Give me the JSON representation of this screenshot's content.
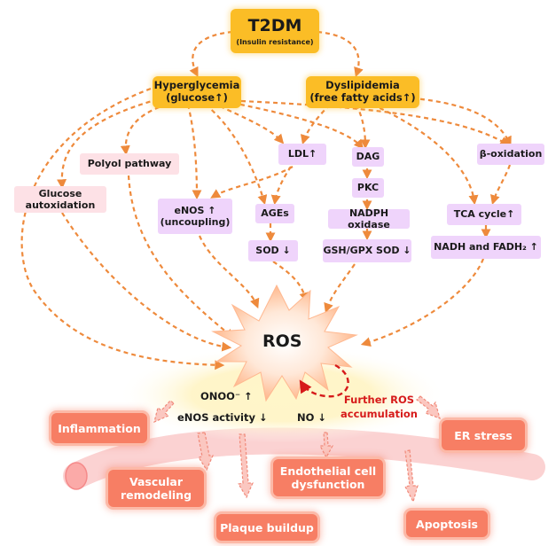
{
  "nodes": {
    "t2dm": {
      "title": "T2DM",
      "subtitle": "(Insulin resistance)"
    },
    "hyperglycemia": {
      "line1": "Hyperglycemia",
      "line2": "(glucose↑)"
    },
    "dyslipidemia": {
      "line1": "Dyslipidemia",
      "line2": "(free fatty acids↑)"
    },
    "polyol": "Polyol pathway",
    "glucose_autoxidation": {
      "line1": "Glucose",
      "line2": "autoxidation"
    },
    "enos_up": {
      "line1": "eNOS ↑",
      "line2": "(uncoupling)"
    },
    "ldl": "LDL↑",
    "ages": "AGEs",
    "sod": "SOD ↓",
    "dag": "DAG",
    "pkc": "PKC",
    "nadph_oxidase": "NADPH oxidase",
    "gsh_gpx_sod": "GSH/GPX SOD ↓",
    "beta_oxidation": "β-oxidation",
    "tca": "TCA cycle↑",
    "nadh": "NADH and FADH₂ ↑",
    "ros": "ROS",
    "onoo": "ONOO⁻ ↑",
    "enos_activity": "eNOS activity ↓",
    "no": "NO ↓",
    "further_ros": {
      "line1": "Further ROS",
      "line2": "accumulation"
    }
  },
  "outcomes": {
    "inflammation": "Inflammation",
    "er_stress": "ER stress",
    "vascular_remodeling": {
      "line1": "Vascular",
      "line2": "remodeling"
    },
    "endothelial": {
      "line1": "Endothelial cell",
      "line2": "dysfunction"
    },
    "plaque": "Plaque buildup",
    "apoptosis": "Apoptosis"
  },
  "colors": {
    "arrow": "#ee8a3c",
    "gold": "#fbbd26",
    "purple": "#efd4fb",
    "pink": "#fde1e6",
    "outcome": "#f77e64",
    "vessel": "#fbd2d2",
    "ros_burst": "#ffd3b8",
    "red_text": "#d61a1a"
  }
}
